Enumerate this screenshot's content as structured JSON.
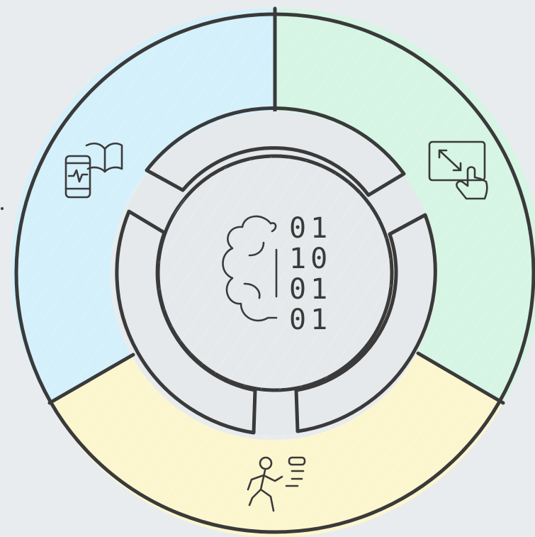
{
  "diagram": {
    "segments": [
      {
        "id": "devices",
        "icon": "phone-book-icon",
        "color": "#d4f0fb"
      },
      {
        "id": "interaction",
        "icon": "touch-screen-icon",
        "color": "#d6f5e4"
      },
      {
        "id": "activity",
        "icon": "running-person-icon",
        "color": "#fcf6cf"
      }
    ],
    "center": {
      "icon": "brain-binary-icon",
      "binary_rows": [
        "01",
        "10",
        "01",
        "01"
      ]
    },
    "colors": {
      "background": "#e9ecee",
      "outline": "#3a3a3a",
      "center_fill": "#efefef",
      "inner_ring_fill": "#e6e9eb"
    }
  }
}
